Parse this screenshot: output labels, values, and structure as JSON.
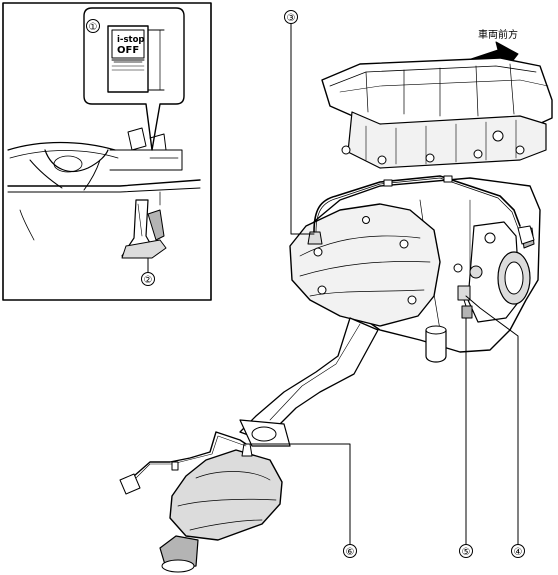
{
  "callouts": {
    "c1": "①",
    "c2": "②",
    "c3": "③",
    "c4": "④",
    "c5": "⑤",
    "c6": "⑥"
  },
  "switch": {
    "line1": "i-stop",
    "line2": "OFF"
  },
  "direction": {
    "label": "車両前方"
  },
  "colors": {
    "stroke": "#000000",
    "fill_light": "#f2f2f2",
    "fill_mid": "#dcdcdc",
    "fill_dark": "#b4b4b4"
  }
}
